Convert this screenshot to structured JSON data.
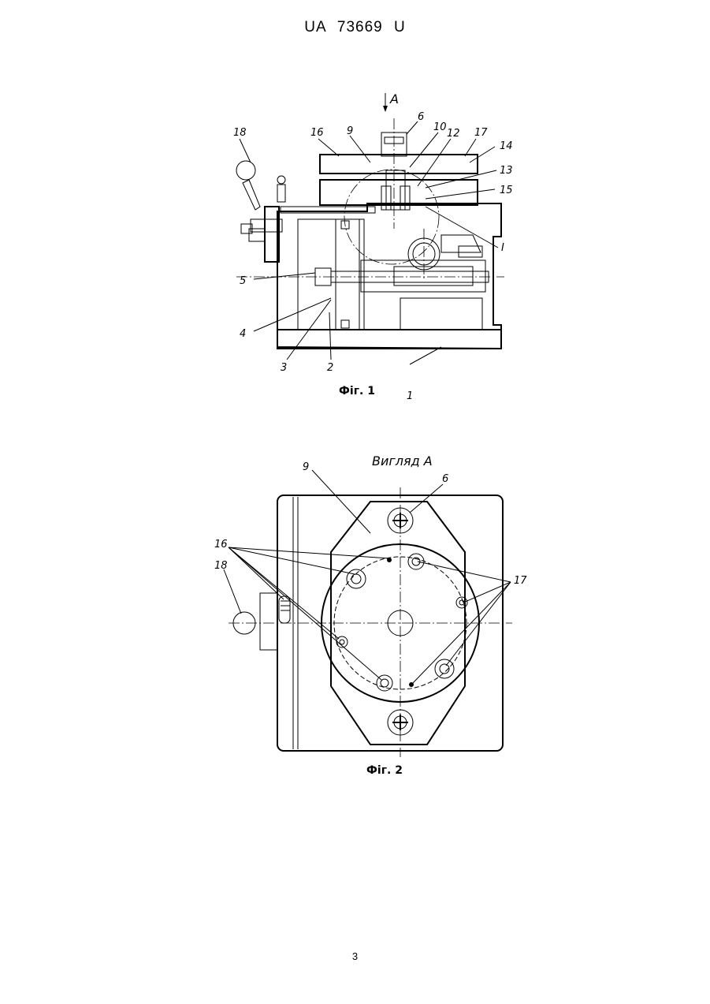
{
  "header": {
    "doc_number": "UA   73669   U"
  },
  "figure1": {
    "caption": "Фіг. 1",
    "view_marker": "A",
    "labels": [
      "1",
      "2",
      "3",
      "4",
      "5",
      "6",
      "9",
      "10",
      "12",
      "13",
      "14",
      "15",
      "16",
      "17",
      "18",
      "I"
    ]
  },
  "figure2": {
    "caption": "Фіг. 2",
    "view_title": "Вигляд  А",
    "labels": [
      "6",
      "9",
      "16",
      "17",
      "18"
    ]
  },
  "footer": {
    "page_number": "3"
  }
}
